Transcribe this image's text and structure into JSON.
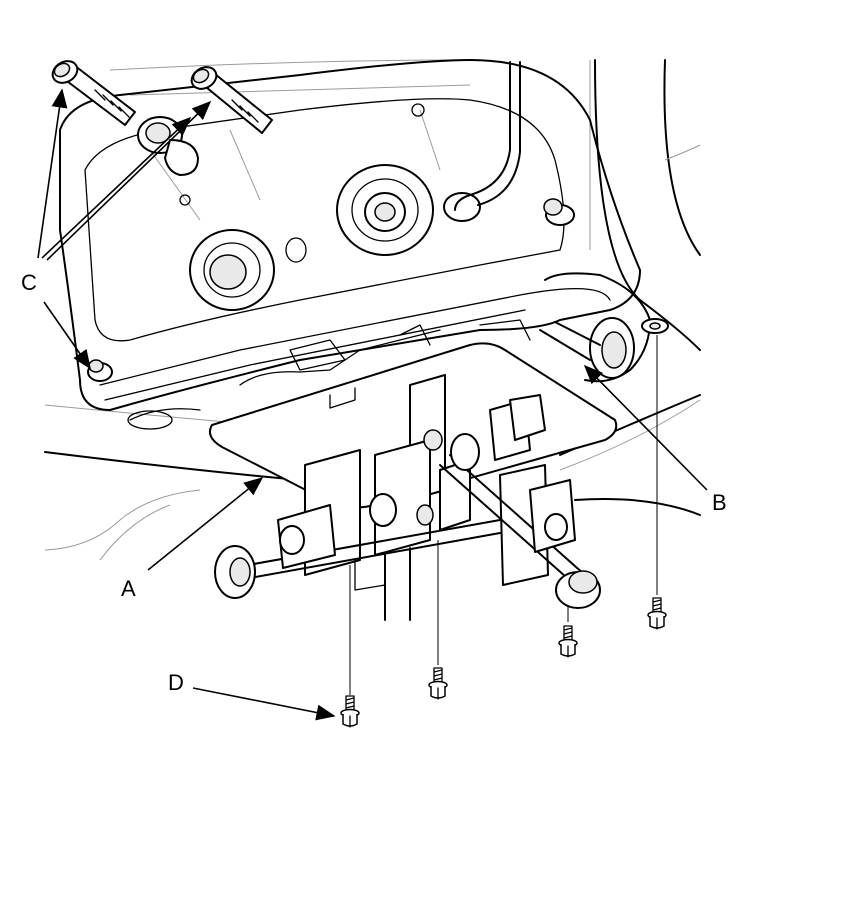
{
  "callouts": {
    "A": "A",
    "B": "B",
    "C": "C",
    "D": "D"
  },
  "icons": [
    "bolt-icon",
    "bolt-icon",
    "bolt-icon",
    "bolt-icon",
    "bolt-icon",
    "bolt-icon"
  ],
  "colors": {
    "line": "#000000",
    "background": "#ffffff",
    "shade": "#e9e9e9"
  }
}
